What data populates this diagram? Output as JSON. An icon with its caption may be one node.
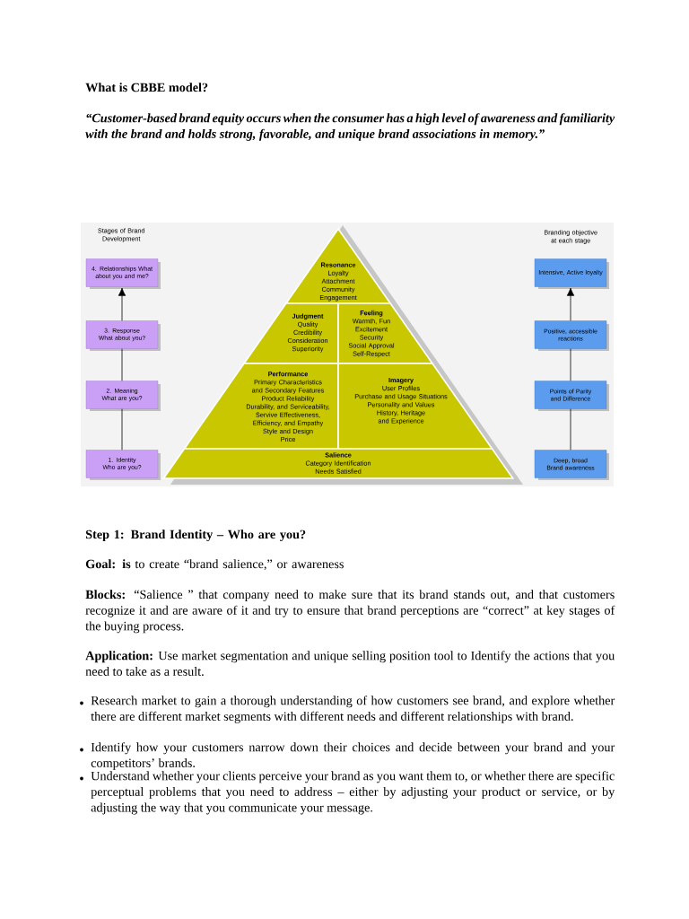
{
  "diagram": {
    "title": "What is CBBE model?",
    "nodes": [
      {
        "text": [
          "4. Relationships What about you and me?"
        ]
      },
      {
        "text": [
          "3. Response What about you?"
        ]
      },
      {
        "text": [
          "2. Meaning What are you?"
        ]
      },
      {
        "text": [
          "1. Identity Who are you?"
        ]
      },
      {
        "text": [
          "Resonance",
          "Loyalty",
          "Attachment",
          "Community",
          "Engagement"
        ]
      },
      {
        "text": [
          "Judgment",
          "Quality",
          "Credibility",
          "Consideration",
          "Superiority"
        ]
      },
      {
        "text": [
          "Feeling",
          "Warmth, Fun",
          "Excitement",
          "Security",
          "Social Approval",
          "Self-Respect"
        ]
      },
      {
        "text": [
          "Performance",
          "Primary Characteristics and Secondary Features",
          "Product Reliability",
          "Durability, and Serviceability,",
          "Servive Effectiveness,",
          "Efficiency, and Empathy",
          "Style and Design",
          "Price"
        ]
      },
      {
        "text": [
          "Imagery",
          "User Profiles",
          "Purchase and Usage Situations",
          "Personality and Values",
          "History, Heritage and Experience"
        ]
      },
      {
        "text": [
          "Salience",
          "Category Identification",
          "Needs Satisfied"
        ]
      },
      {
        "text": [
          "Intensive, Active loyalty"
        ]
      },
      {
        "text": [
          "Positive, accessible reactions"
        ]
      },
      {
        "text": [
          "Points of Parity and Difference"
        ]
      },
      {
        "text": [
          "Deep, broad Brand awareness"
        ]
      }
    ],
    "edges": [
      {
        "from": 3,
        "to": 2,
        "arrow": "none"
      },
      {
        "from": 2,
        "to": 1,
        "arrow": "none"
      },
      {
        "from": 1,
        "to": 0,
        "arrow": "to"
      },
      {
        "from": 13,
        "to": 12,
        "arrow": "none"
      },
      {
        "from": 12,
        "to": 11,
        "arrow": "none"
      },
      {
        "from": 11,
        "to": 10,
        "arrow": "to"
      }
    ],
    "labels": [
      "“Customer-based brand equity occurs when the consumer has a high level of awareness and familiarity with the brand and holds strong, favorable, and unique brand associations in memory.”",
      "Stages of Brand Development",
      "Branding objective at each stage",
      "Step 1: Brand Identity – Who are you?",
      "**Goal: is** to create “brand salience,” or awareness",
      "**Blocks:** “Salience ” that company need to make sure that its brand stands out, and that customers recognize it and are aware of it and try to ensure that brand perceptions are “correct” at key stages of the buying process.",
      "**Application:** Use market segmentation and unique selling position tool to Identify the actions that you need to take as a result.",
      "Research market to gain a thorough understanding of how customers see brand, and explore whether there are different market segments with different needs and different relationships with brand.",
      "Identify how your customers narrow down their choices and decide between your brand and your competitors’ brands.",
      "Understand whether your clients perceive your brand as you want them to, or whether there are specific perceptual problems that you need to address – either by adjusting your product or service, or by adjusting the way that you communicate your message."
    ]
  }
}
